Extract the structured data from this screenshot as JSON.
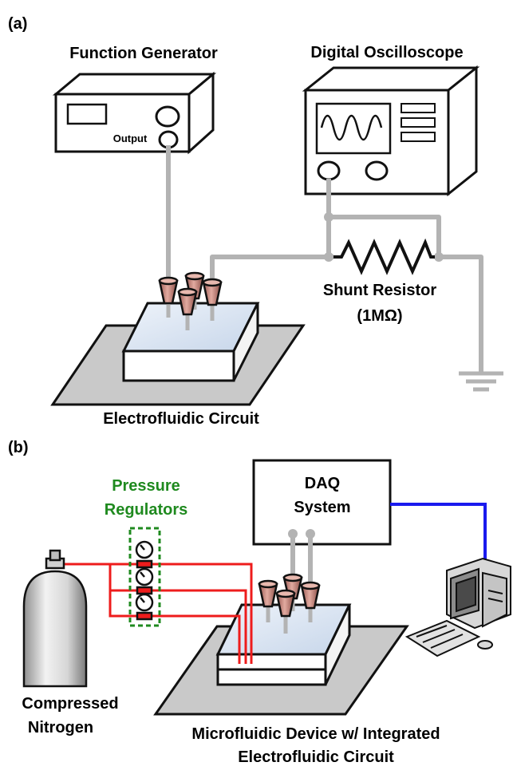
{
  "panel_a": {
    "panel_label": "(a)",
    "function_generator_label": "Function Generator",
    "output_label": "Output",
    "oscilloscope_label": "Digital Oscilloscope",
    "shunt_resistor_label": "Shunt Resistor",
    "shunt_resistor_value": "(1MΩ)",
    "circuit_label": "Electrofluidic Circuit"
  },
  "panel_b": {
    "panel_label": "(b)",
    "regulators_label_line1": "Pressure",
    "regulators_label_line2": "Regulators",
    "daq_label_line1": "DAQ",
    "daq_label_line2": "System",
    "nitrogen_label_line1": "Compressed",
    "nitrogen_label_line2": "Nitrogen",
    "device_label_line1": "Microfluidic Device w/ Integrated",
    "device_label_line2": "Electrofluidic Circuit"
  },
  "colors": {
    "wire_gray": "#b3b3b3",
    "tubing_red": "#ee1c1c",
    "usb_blue": "#1a1aee",
    "regulator_green": "#1f8a1f",
    "connector_pink": "#c88a80",
    "chip_blue": "#d8e4f2",
    "platform_gray": "#c9c9c9"
  }
}
